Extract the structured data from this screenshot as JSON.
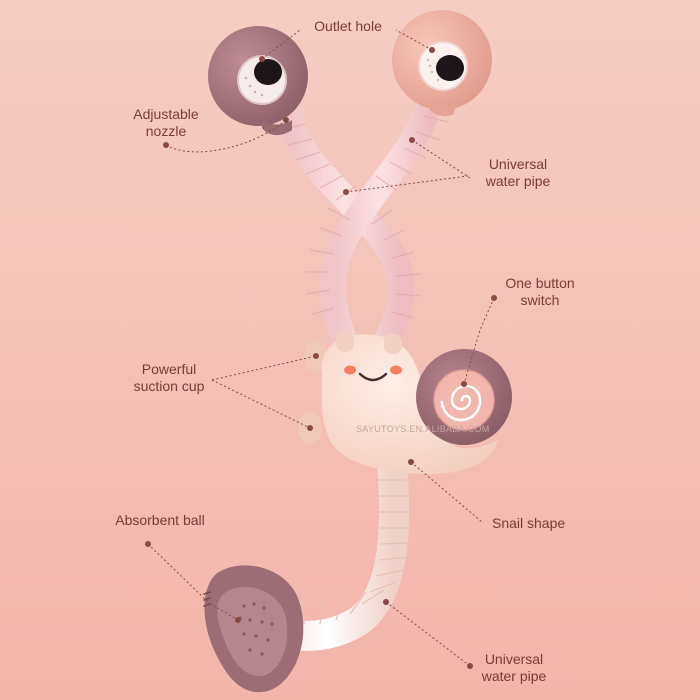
{
  "callouts": {
    "outlet_hole": [
      "Outlet hole"
    ],
    "adjustable_nozzle": [
      "Adjustable",
      "nozzle"
    ],
    "universal_pipe_top": [
      "Universal",
      "water pipe"
    ],
    "one_button_switch": [
      "One button",
      "switch"
    ],
    "powerful_suction_cup": [
      "Powerful",
      "suction cup"
    ],
    "absorbent_ball": [
      "Absorbent ball"
    ],
    "snail_shape": [
      "Snail shape"
    ],
    "universal_pipe_bottom": [
      "Universal",
      "water pipe"
    ]
  },
  "watermark": "SAYUTOYS.EN.ALIBABA.COM",
  "colors": {
    "background_top": "#f6cdc4",
    "background_bottom": "#f3b7ae",
    "label_text": "#7a3b34",
    "leader_line": "#8a4a44",
    "nozzle_plum": "#a9767f",
    "nozzle_peach": "#eeb2a3",
    "pipe_pink": "#f5cfd2",
    "snail_body": "#fbe3da",
    "snail_shell": "#9c6b77",
    "shell_swirl_pink": "#f4bdb5",
    "showerhead_plum": "#9e6c75"
  }
}
